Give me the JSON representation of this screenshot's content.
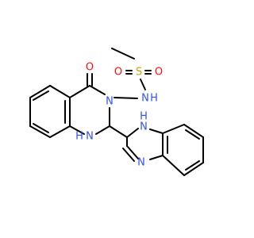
{
  "molecule": {
    "atoms": {
      "sulfonyl_O_left": "O",
      "sulfonyl_O_right": "O",
      "sulfur": "S",
      "sulfonamide_N": "N",
      "sulfonamide_H": "H",
      "ring_N3": "N",
      "carbonyl_O": "O",
      "ring_N1": "N",
      "ring_N1_H": "H",
      "imidazole_N_top": "N",
      "imidazole_H": "H",
      "imidazole_N_bottom": "N"
    },
    "colors": {
      "bond": "#000000",
      "oxygen": "#ff0d0d",
      "nitrogen": "#3050f8",
      "sulfur": "#c8a000"
    }
  }
}
